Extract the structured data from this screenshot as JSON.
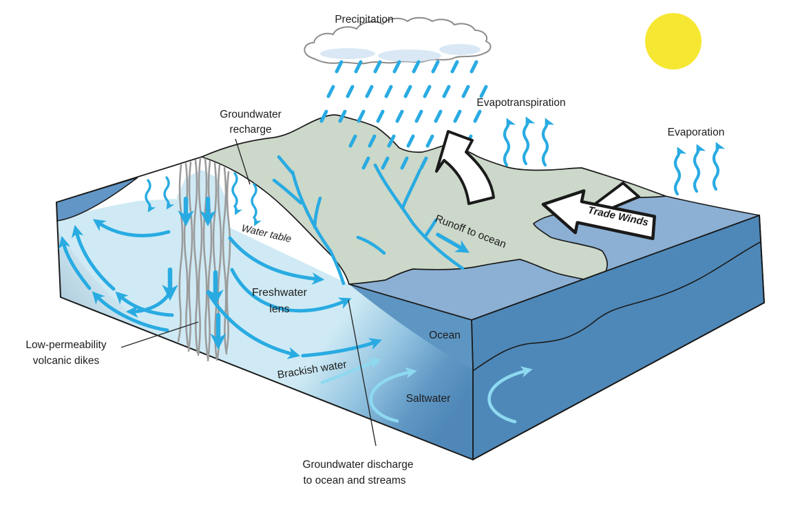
{
  "diagram": {
    "title_context": "Island groundwater and hydrologic cycle block diagram",
    "labels": {
      "precipitation": "Precipitation",
      "evapotranspiration": "Evapotranspiration",
      "evaporation": "Evaporation",
      "trade_winds": "Trade Winds",
      "runoff_to_ocean": "Runoff to ocean",
      "groundwater_recharge_line1": "Groundwater",
      "groundwater_recharge_line2": "recharge",
      "water_table": "Water table",
      "freshwater_lens_line1": "Freshwater",
      "freshwater_lens_line2": "lens",
      "low_permeability_line1": "Low-permeability",
      "low_permeability_line2": "volcanic dikes",
      "brackish_water": "Brackish water",
      "saltwater": "Saltwater",
      "ocean": "Ocean",
      "groundwater_discharge_line1": "Groundwater discharge",
      "groundwater_discharge_line2": "to ocean and streams"
    },
    "icons": {
      "sun": "sun-icon",
      "cloud": "cloud-icon",
      "rain": "rain-icon",
      "evapotranspiration_arrows": "wavy-up-arrows-icon",
      "evaporation_arrows": "wavy-up-arrows-icon",
      "recharge_arrows": "wavy-down-arrows-icon",
      "trade_winds_arrow": "block-arrow-left-icon",
      "evapotranspiration_big_arrow": "curved-arrow-up-icon",
      "runoff_arrow": "arrow-down-right-icon",
      "groundwater_flow_arrows": "curved-flow-arrows-icon",
      "saltwater_circulation_arrows": "curved-cyan-arrows-icon",
      "volcanic_dikes": "vertical-stripes-icon",
      "streams": "branching-stream-lines-icon"
    },
    "colors": {
      "arrow_blue": "#29abe2",
      "cyan_arrow": "#8ed9f0",
      "sun_yellow": "#f6e733",
      "land_green": "#ccd8c9",
      "ocean_surface": "#8cb0d4",
      "ocean_cross_section": "#5e96c3",
      "ocean_deep_face": "#4e88b8",
      "freshwater_lens": "#cfeaf4",
      "left_ocean_wedge": "#6296c6",
      "dike_gray": "#9b9b9b",
      "cloud_shade": "#d9e8f4",
      "outline_black": "#1a1a1a"
    }
  }
}
